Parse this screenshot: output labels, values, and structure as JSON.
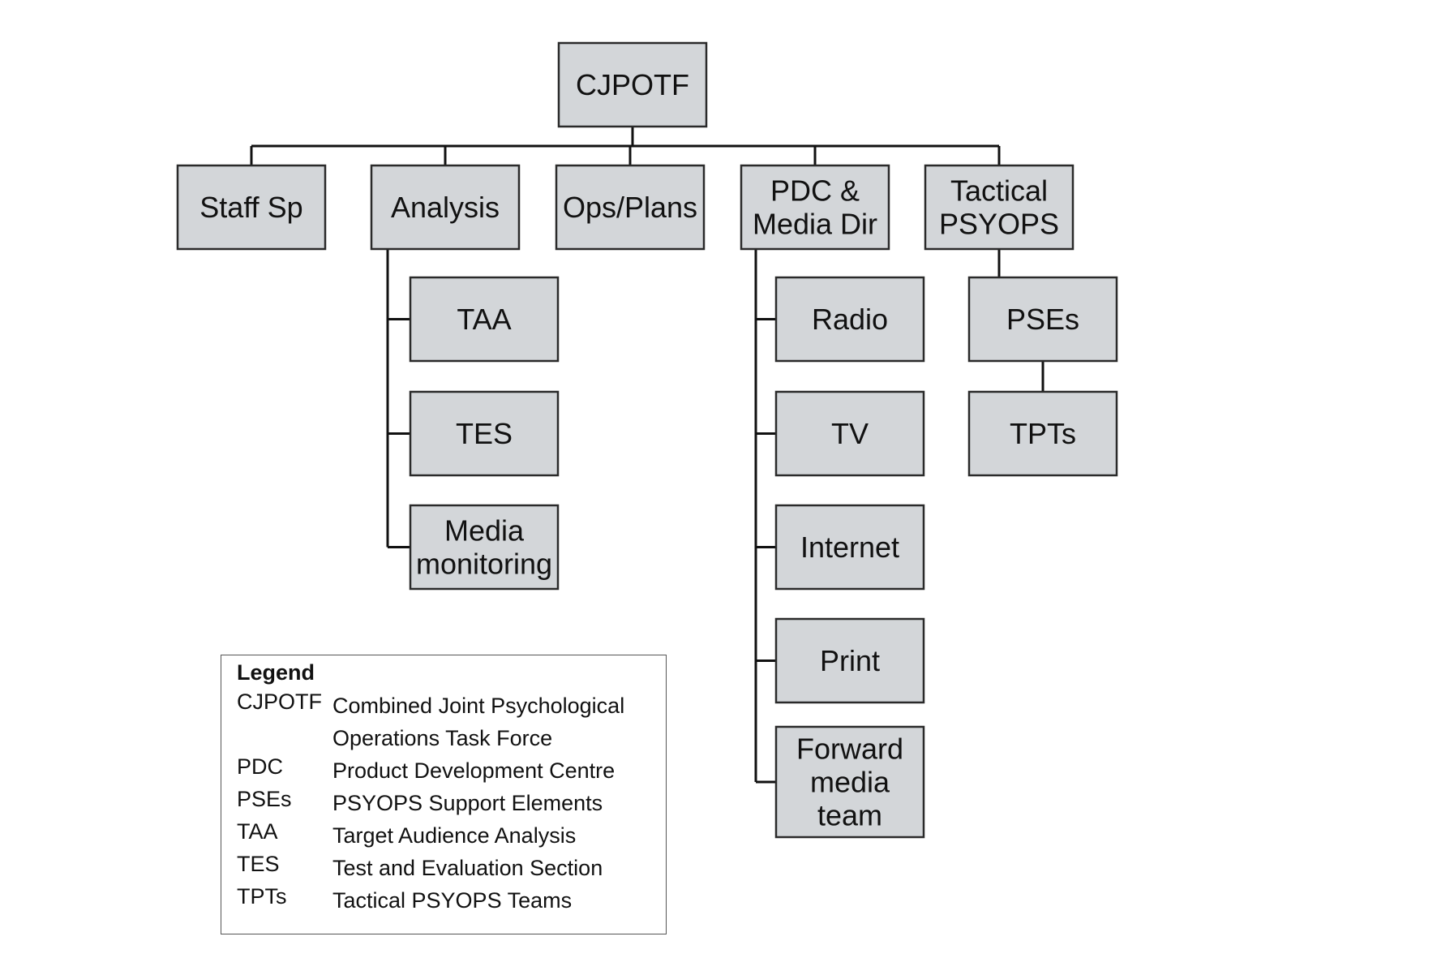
{
  "diagram": {
    "nodes": {
      "root": [
        "CJPOTF"
      ],
      "staff": [
        "Staff Sp"
      ],
      "analysis": [
        "Analysis"
      ],
      "ops": [
        "Ops/Plans"
      ],
      "pdc": [
        "PDC &",
        "Media Dir"
      ],
      "tactical": [
        "Tactical",
        "PSYOPS"
      ],
      "taa": [
        "TAA"
      ],
      "tes": [
        "TES"
      ],
      "media_monitoring": [
        "Media",
        "monitoring"
      ],
      "radio": [
        "Radio"
      ],
      "tv": [
        "TV"
      ],
      "internet": [
        "Internet"
      ],
      "print": [
        "Print"
      ],
      "forward": [
        "Forward",
        "media",
        "team"
      ],
      "pses": [
        "PSEs"
      ],
      "tpts": [
        "TPTs"
      ]
    },
    "edges": [
      [
        "root",
        "staff"
      ],
      [
        "root",
        "analysis"
      ],
      [
        "root",
        "ops"
      ],
      [
        "root",
        "pdc"
      ],
      [
        "root",
        "tactical"
      ],
      [
        "analysis",
        "taa"
      ],
      [
        "analysis",
        "tes"
      ],
      [
        "analysis",
        "media_monitoring"
      ],
      [
        "pdc",
        "radio"
      ],
      [
        "pdc",
        "tv"
      ],
      [
        "pdc",
        "internet"
      ],
      [
        "pdc",
        "print"
      ],
      [
        "pdc",
        "forward"
      ],
      [
        "tactical",
        "pses"
      ],
      [
        "pses",
        "tpts"
      ]
    ]
  },
  "legend": {
    "title": "Legend",
    "entries": [
      {
        "abbr": "CJPOTF",
        "definition": "Combined Joint Psychological Operations Task Force"
      },
      {
        "abbr": "PDC",
        "definition": "Product Development Centre"
      },
      {
        "abbr": "PSEs",
        "definition": "PSYOPS Support Elements"
      },
      {
        "abbr": "TAA",
        "definition": "Target Audience Analysis"
      },
      {
        "abbr": "TES",
        "definition": "Test and Evaluation Section"
      },
      {
        "abbr": "TPTs",
        "definition": "Tactical PSYOPS Teams"
      }
    ]
  }
}
